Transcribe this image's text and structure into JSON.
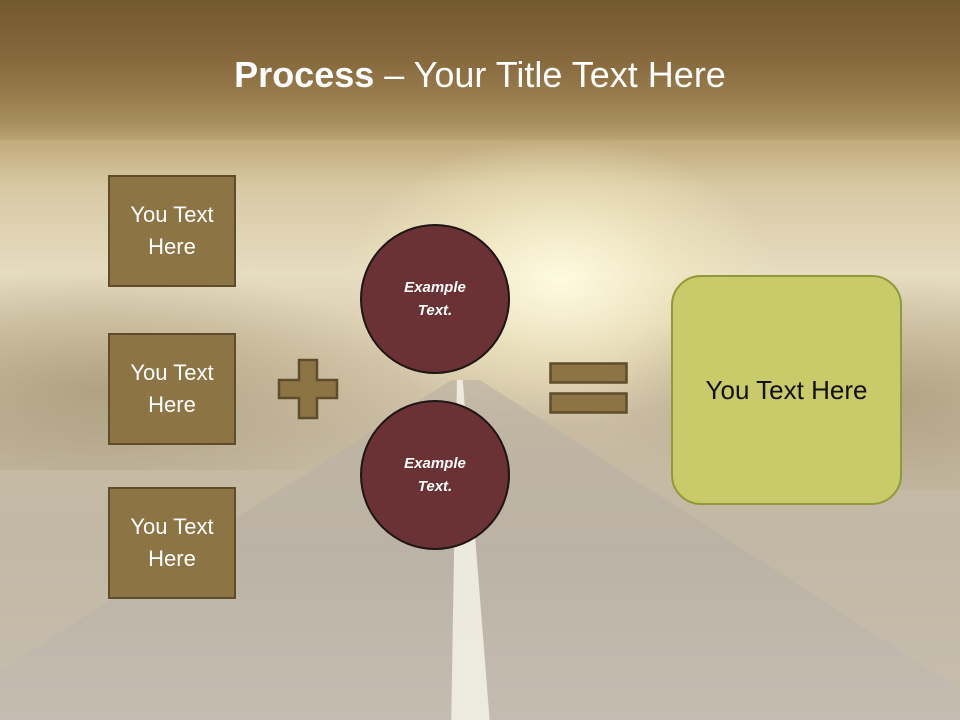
{
  "slide": {
    "title_strong": "Process",
    "title_rest": " – Your Title Text Here"
  },
  "inputs": [
    {
      "label": "You Text Here"
    },
    {
      "label": "You Text Here"
    },
    {
      "label": "You Text Here"
    }
  ],
  "circles": [
    {
      "label": "Example Text."
    },
    {
      "label": "Example Text."
    }
  ],
  "result": {
    "label": "You Text Here"
  },
  "operators": {
    "plus": "plus-icon",
    "equals": "equals-icon"
  },
  "colors": {
    "header": "#876a3e",
    "box_fill": "#8d7445",
    "box_border": "#5f4c2b",
    "circle_fill": "#6a3234",
    "result_fill": "#c9ca6a",
    "result_border": "#8f9a3a",
    "operator_fill": "#8d7445"
  }
}
